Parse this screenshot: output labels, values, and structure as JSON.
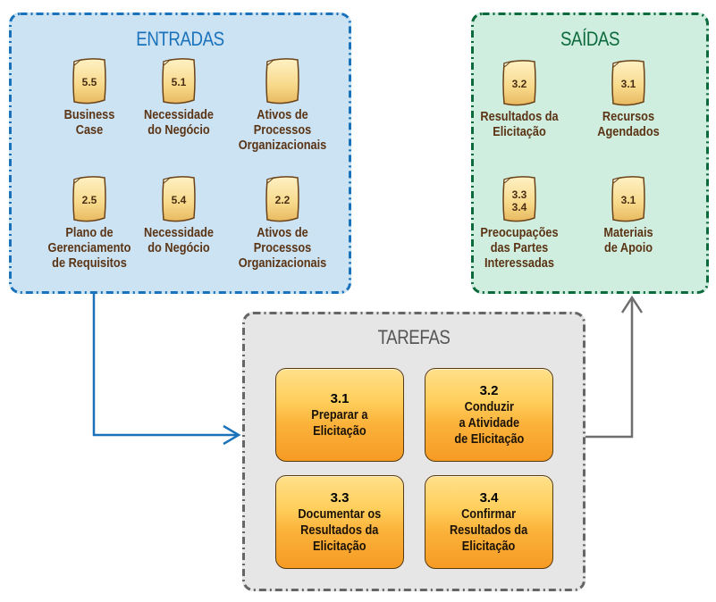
{
  "entradas": {
    "title": "ENTRADAS",
    "items": [
      {
        "number": "5.5",
        "label": "Business\nCase"
      },
      {
        "number": "5.1",
        "label": "Necessidade\ndo Negócio"
      },
      {
        "number": "",
        "label": "Ativos de\nProcessos\nOrganizacionais"
      },
      {
        "number": "2.5",
        "label": "Plano de\nGerenciamento\nde Requisitos"
      },
      {
        "number": "5.4",
        "label": "Necessidade\ndo Negócio"
      },
      {
        "number": "2.2",
        "label": "Ativos de\nProcessos\nOrganizacionais"
      }
    ]
  },
  "saidas": {
    "title": "SAÍDAS",
    "items": [
      {
        "number": "3.2",
        "label": "Resultados da\nElicitação"
      },
      {
        "number": "3.1",
        "label": "Recursos\nAgendados"
      },
      {
        "number": "3.3\n3.4",
        "label": "Preocupações\ndas Partes\nInteressadas"
      },
      {
        "number": "3.1",
        "label": "Materiais\nde Apoio"
      }
    ]
  },
  "tarefas": {
    "title": "TAREFAS",
    "tasks": [
      {
        "number": "3.1",
        "label": "Preparar a\nElicitação"
      },
      {
        "number": "3.2",
        "label": "Conduzir\na Atividade\nde Elicitação"
      },
      {
        "number": "3.3",
        "label": "Documentar os\nResultados da\nElicitação"
      },
      {
        "number": "3.4",
        "label": "Confirmar\nResultados da\nElicitação"
      }
    ]
  },
  "colors": {
    "entradas_border": "#1a72bb",
    "saidas_border": "#0d6a3c",
    "tarefas_border": "#666666",
    "arrow_in": "#1a72bb",
    "arrow_out": "#6e6e6e"
  }
}
